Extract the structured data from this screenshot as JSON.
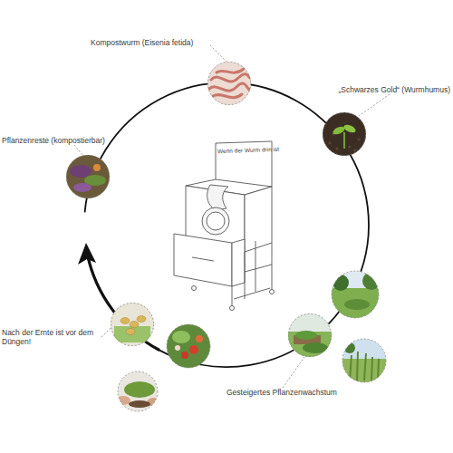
{
  "diagram": {
    "nodes": [
      {
        "text": [
          "Kompostwurm (Eisenia fetida)"
        ]
      },
      {
        "text": [
          "„Schwarzes Gold“ (Wurmhumus)"
        ]
      },
      {
        "text": [
          "Pflanzenreste (kompostierbar)"
        ]
      },
      {
        "text": [
          "Nach der Ernte ist vor dem Düngen!"
        ]
      },
      {
        "text": [
          "Gesteigertes Pflanzenwachstum"
        ]
      }
    ],
    "labels": [
      "Wenn der Wurm drin ist"
    ]
  }
}
